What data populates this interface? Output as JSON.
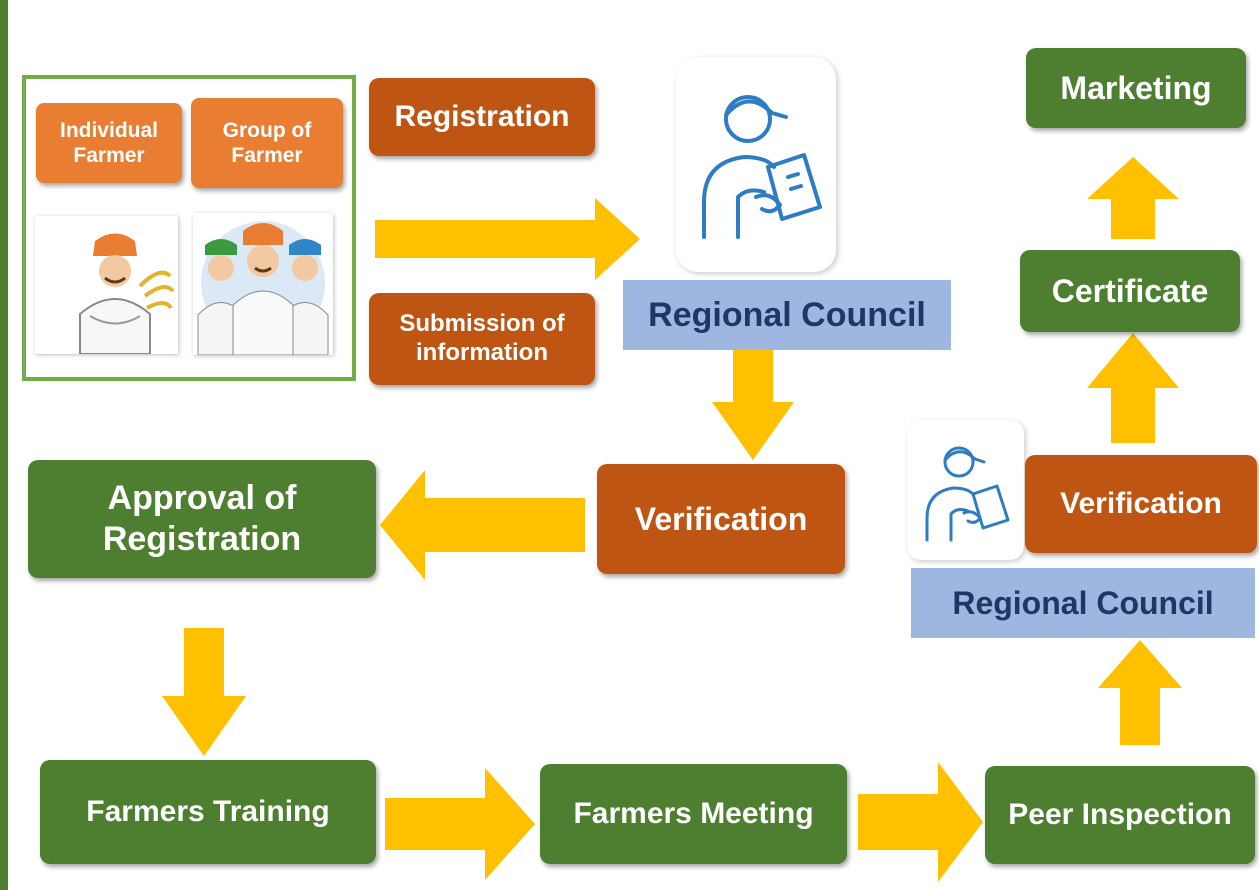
{
  "registration_group": {
    "individual_farmer": "Individual Farmer",
    "group_of_farmer": "Group of Farmer"
  },
  "steps": {
    "registration": "Registration",
    "submission": "Submission of information",
    "regional_council_top": "Regional Council",
    "verification_center": "Verification",
    "approval": "Approval of Registration",
    "farmers_training": "Farmers Training",
    "farmers_meeting": "Farmers Meeting",
    "peer_inspection": "Peer Inspection",
    "regional_council_right": "Regional Council",
    "verification_right": "Verification",
    "certificate": "Certificate",
    "marketing": "Marketing"
  },
  "colors": {
    "green": "#4e7f31",
    "brown": "#bf5512",
    "orange": "#e97d32",
    "blue_band": "#9db7e1",
    "arrow": "#ffc000"
  },
  "icons": [
    "inspector-icon",
    "farmer-icon",
    "farmer-group-icon",
    "arrow-icon"
  ]
}
